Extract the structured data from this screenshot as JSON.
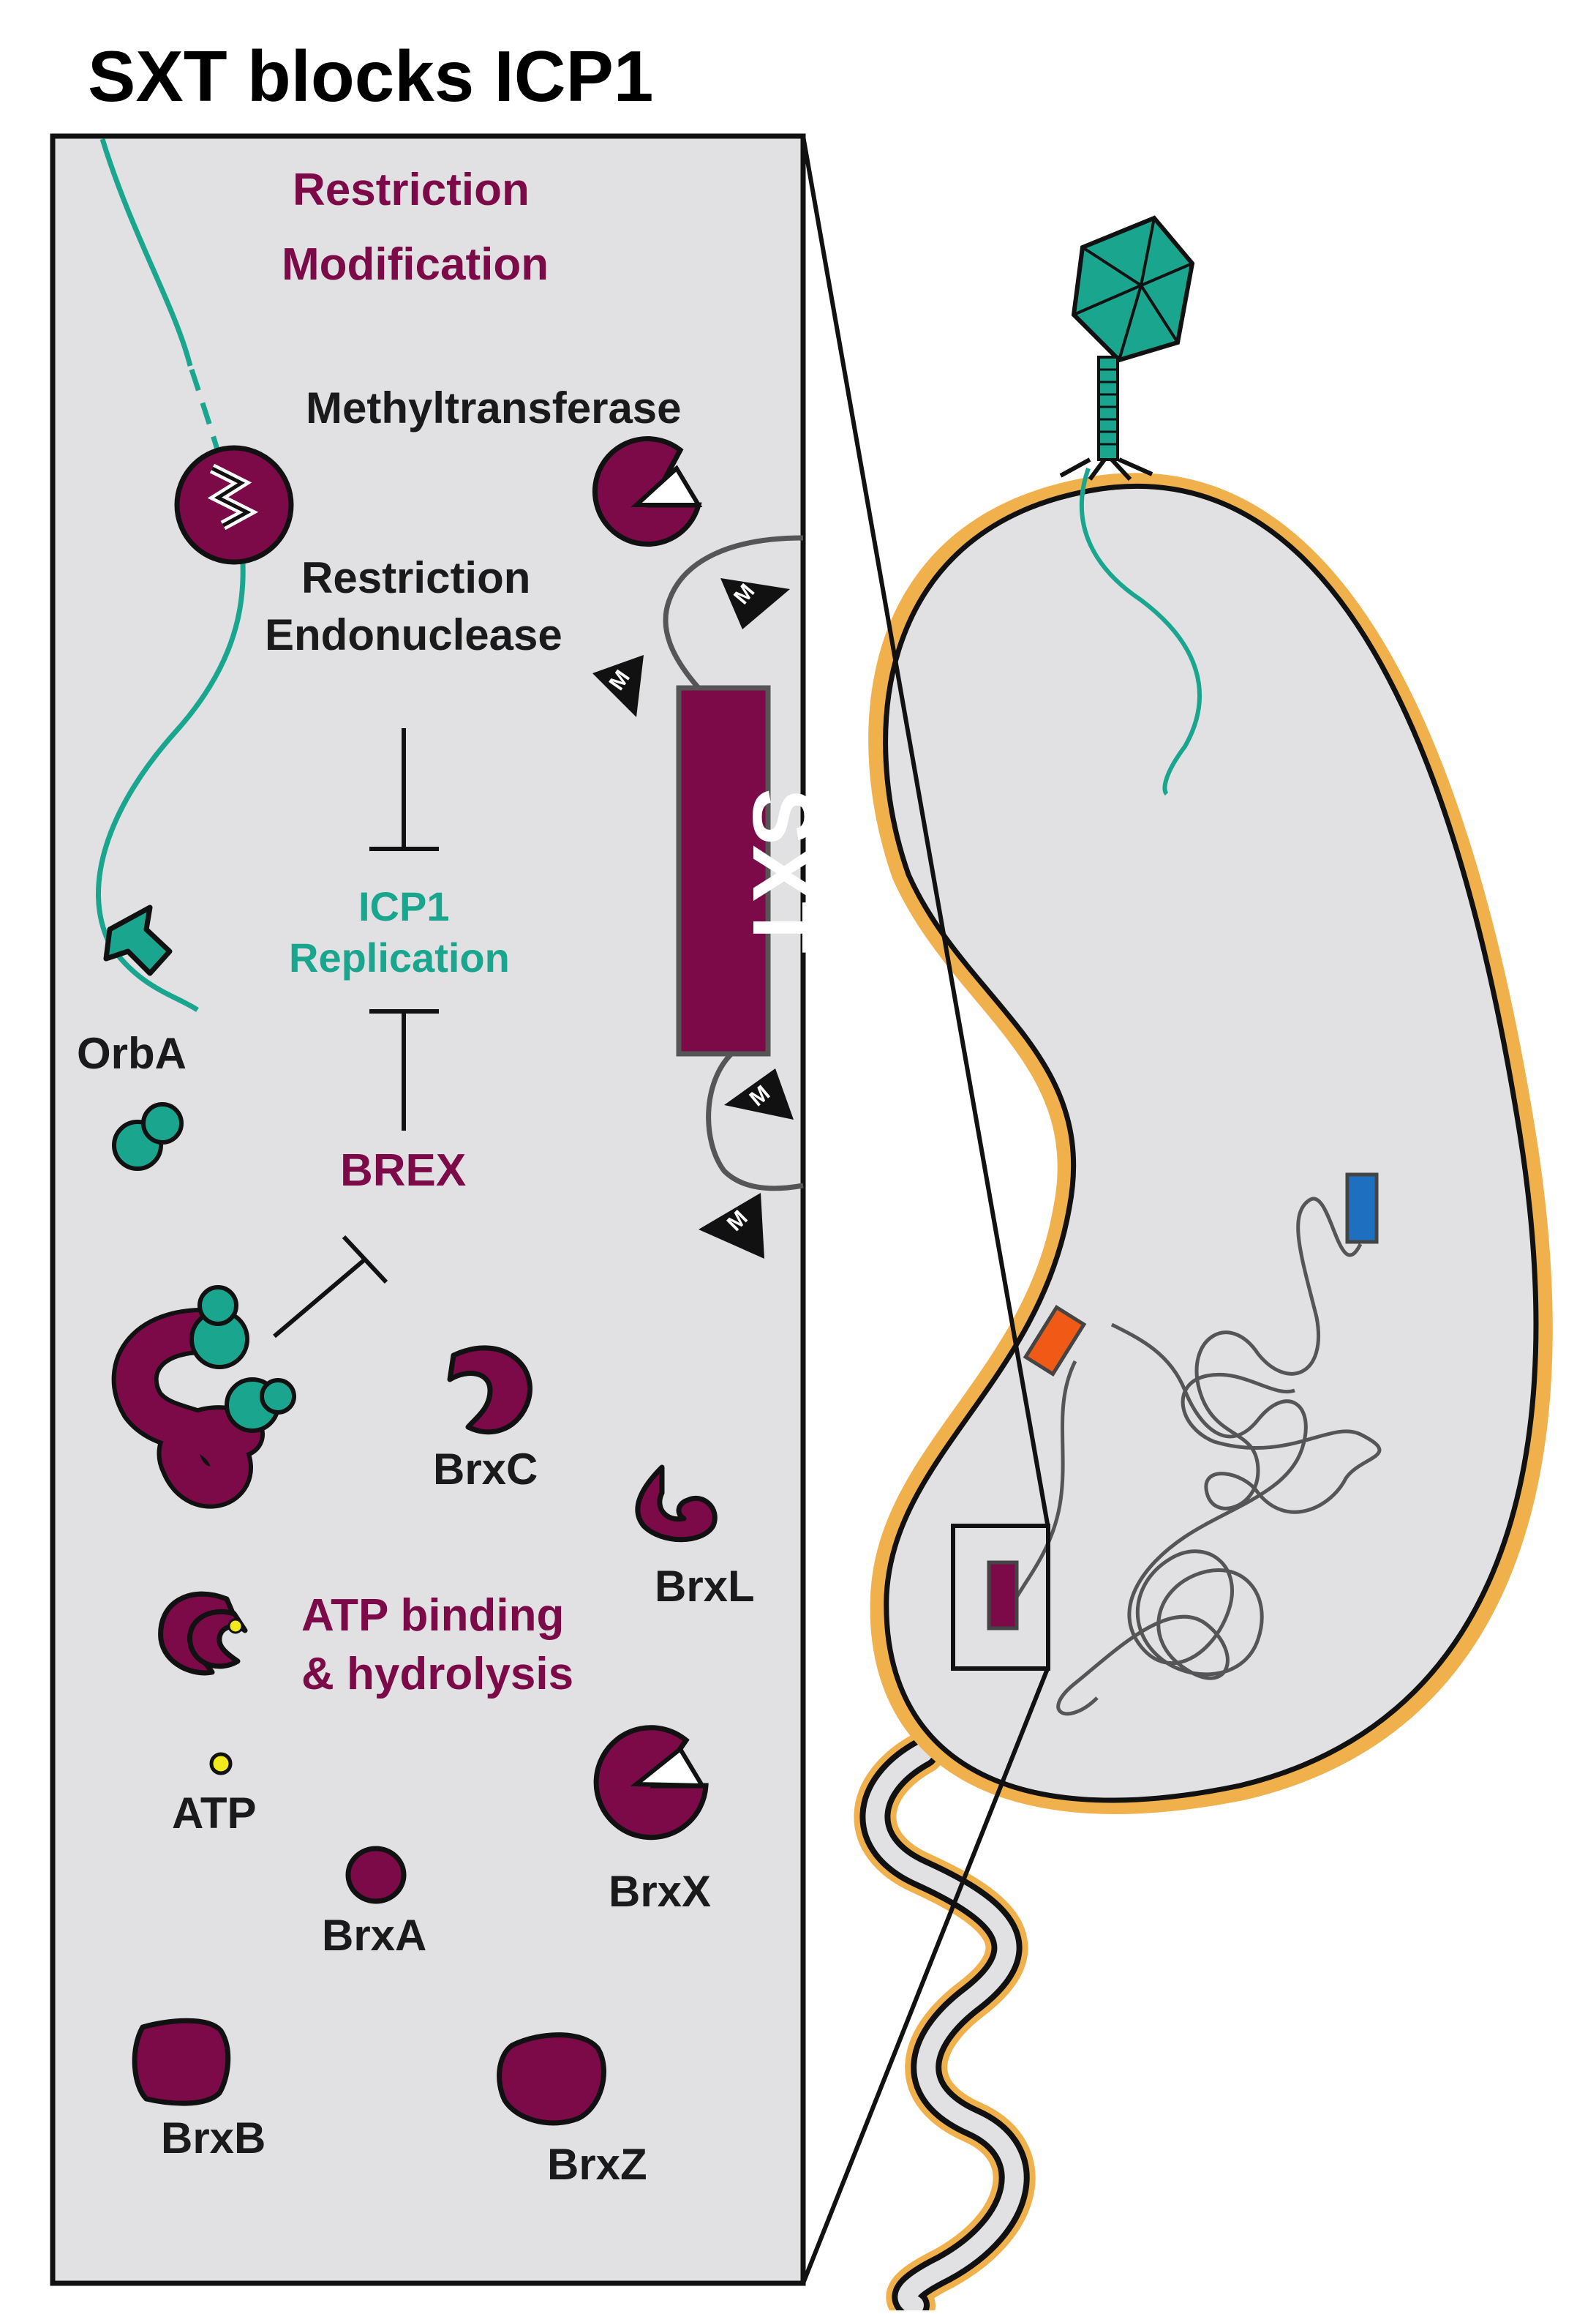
{
  "title": "SXT blocks ICP1",
  "colors": {
    "maroon": "#7d0a48",
    "teal": "#1aa58f",
    "panel_gray": "#e1e1e4",
    "capsule_orange": "#f0b04c",
    "yellow_atp": "#f2ea1c",
    "orange_marker": "#f05a16",
    "blue_marker": "#1f6fc0"
  },
  "labels": {
    "restriction_modification_line1": "Restriction",
    "restriction_modification_line2": "Modification",
    "methyltransferase": "Methyltransferase",
    "restriction_endonuclease_line1": "Restriction",
    "restriction_endonuclease_line2": "Endonuclease",
    "icp1_line1": "ICP1",
    "icp1_line2": "Replication",
    "brex": "BREX",
    "orba": "OrbA",
    "sxt": "SXT",
    "methyl_mark": "M",
    "brxc": "BrxC",
    "brxl": "BrxL",
    "atp_binding_line1": "ATP binding",
    "atp_binding_line2": "& hydrolysis",
    "atp": "ATP",
    "brxa": "BrxA",
    "brxx": "BrxX",
    "brxb": "BrxB",
    "brxz": "BrxZ"
  },
  "icons": {
    "phage": "bacteriophage-icon",
    "bacterium": "vibrio-cell-icon",
    "restriction_enzyme": "pacman-enzyme-icon",
    "methyl_tag": "methyl-triangle-icon",
    "inhibition": "inhibition-bar-icon",
    "arrow": "teal-arrow-icon"
  }
}
